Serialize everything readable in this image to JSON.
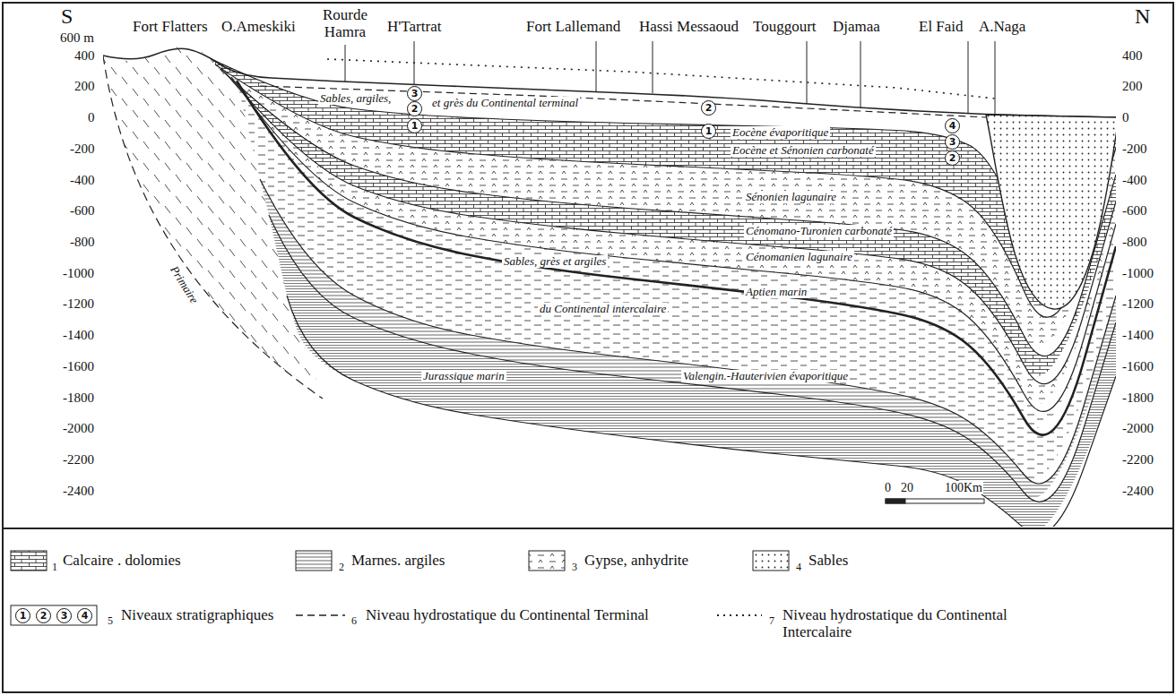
{
  "diagram": {
    "nodes": [
      {
        "text": [
          "3"
        ]
      },
      {
        "text": [
          "2"
        ]
      },
      {
        "text": [
          "1"
        ]
      },
      {
        "text": [
          "2"
        ]
      },
      {
        "text": [
          "1"
        ]
      },
      {
        "text": [
          "4"
        ]
      },
      {
        "text": [
          "3"
        ]
      },
      {
        "text": [
          "2"
        ]
      },
      {
        "text": [
          "1"
        ]
      },
      {
        "text": [
          "2"
        ]
      },
      {
        "text": [
          "3"
        ]
      },
      {
        "text": [
          "4"
        ]
      }
    ],
    "labels": [
      "S",
      "N",
      "600 m",
      "400",
      "200",
      "0",
      "-200",
      "-400",
      "-600",
      "-800",
      "-1000",
      "-1200",
      "-1400",
      "-1600",
      "-1800",
      "-2000",
      "-2200",
      "-2400",
      "400",
      "200",
      "0",
      "-200",
      "-400",
      "-600",
      "-800",
      "-1000",
      "-1200",
      "-1400",
      "-1600",
      "-1800",
      "-2000",
      "-2200",
      "-2400",
      "Fort Flatters",
      "O.Ameskiki",
      "Rourde Hamra",
      "H'Tartrat",
      "Fort Lallemand",
      "Hassi Messaoud",
      "Touggourt",
      "Djamaa",
      "El Faid",
      "A.Naga",
      "Sables, argiles,",
      "et grès du Continental terminal",
      "Eocène évaporitique",
      "Eocène et Sénonien carbonaté",
      "Sénonien lagunaire",
      "Cénomano-Turonien carbonaté",
      "Cénomanien lagunaire",
      "Sables, grès et argiles",
      "Aptien marin",
      "du Continental intercalaire",
      "Jurassique marin",
      "Valengin.-Hauterivien évaporitique",
      "Primaire",
      "0",
      "20",
      "100Km",
      "1",
      "2",
      "3",
      "4",
      "5",
      "6",
      "7"
    ],
    "legend": [
      {
        "text": "Calcaire . dolomies"
      },
      {
        "text": "Marnes. argiles"
      },
      {
        "text": "Gypse, anhydrite"
      },
      {
        "text": "Sables"
      },
      {
        "text": "Niveaux stratigraphiques"
      },
      {
        "text": "Niveau hydrostatique du Continental Terminal"
      },
      {
        "text": "Niveau hydrostatique du Continental Intercalaire"
      }
    ]
  }
}
